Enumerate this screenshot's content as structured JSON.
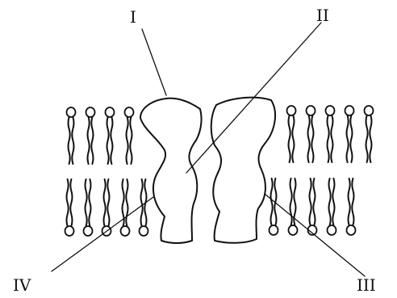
{
  "diagram": {
    "labels": {
      "I": "I",
      "II": "II",
      "III": "III",
      "IV": "IV"
    },
    "left_upper_lipids": 4,
    "right_upper_lipids": 5,
    "left_lower_lipids": 5,
    "right_lower_lipids": 5
  }
}
